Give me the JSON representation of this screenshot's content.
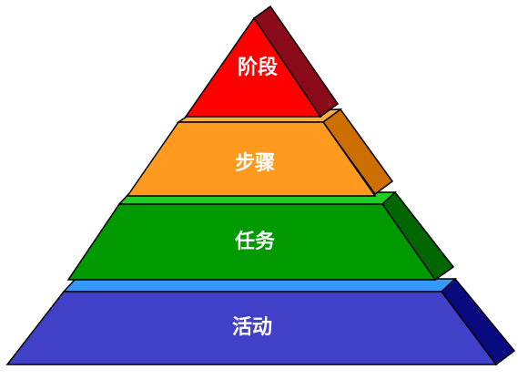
{
  "pyramid": {
    "tiers": [
      {
        "label": "阶段",
        "face_color": "#ff0000",
        "side_color": "#8b0a1a",
        "top_color": "#ff0000"
      },
      {
        "label": "步骤",
        "face_color": "#ff9a1f",
        "side_color": "#cc6e00",
        "top_color": "#ffad3a"
      },
      {
        "label": "任务",
        "face_color": "#009a00",
        "side_color": "#006600",
        "top_color": "#22cc22"
      },
      {
        "label": "活动",
        "face_color": "#4040c8",
        "side_color": "#0a0a80",
        "top_color": "#3399ff"
      }
    ]
  }
}
